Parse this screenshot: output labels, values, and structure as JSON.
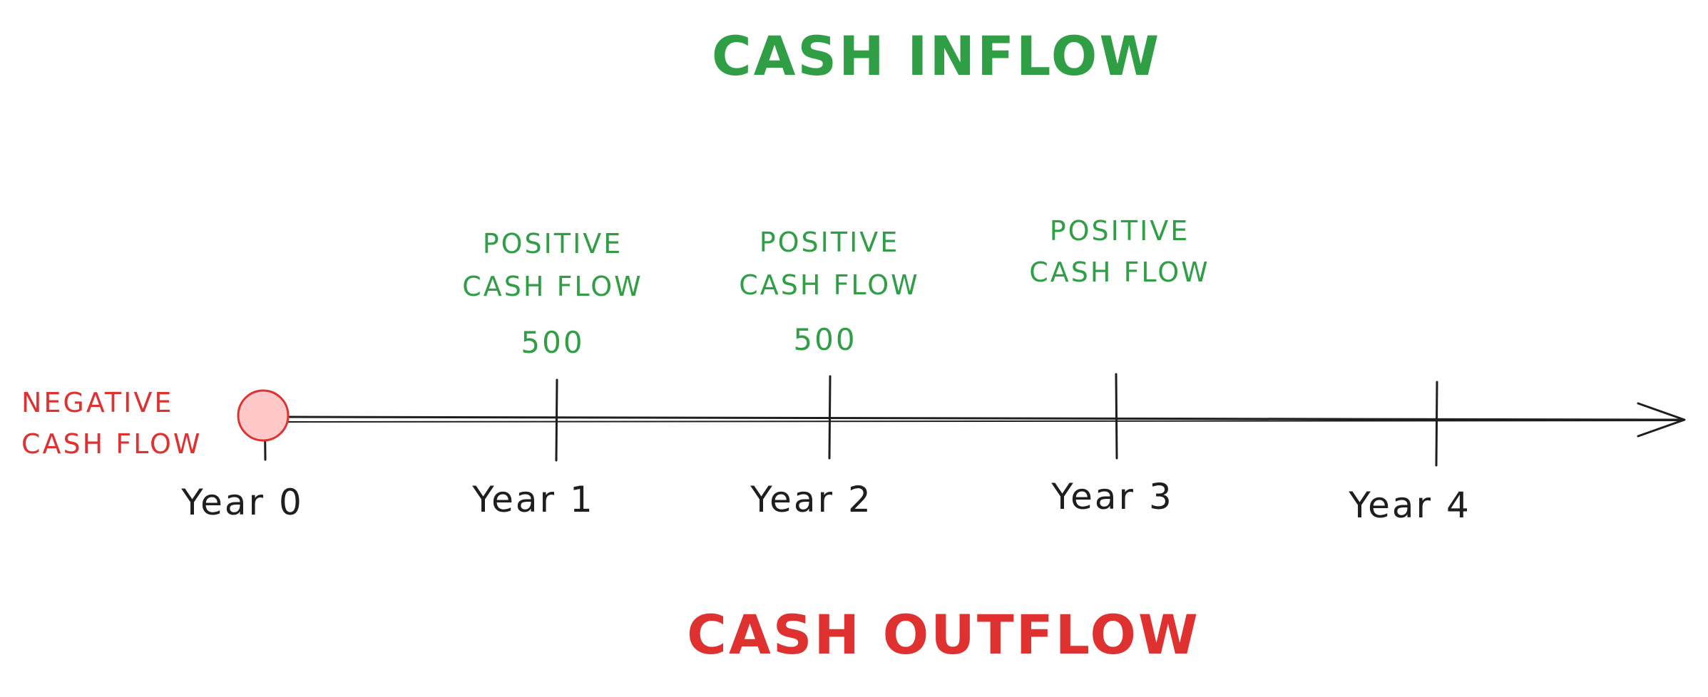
{
  "title_top": "CASH INFLOW",
  "title_bottom": "CASH OUTFLOW",
  "year0_label": "NEGATIVE\nCASH FLOW",
  "years": [
    {
      "year": "Year 0",
      "flow": "",
      "amount": ""
    },
    {
      "year": "Year 1",
      "flow": "POSITIVE\nCASH FLOW",
      "amount": "500"
    },
    {
      "year": "Year 2",
      "flow": "POSITIVE\nCASH FLOW",
      "amount": "500"
    },
    {
      "year": "Year 3",
      "flow": "POSITIVE\nCASH FLOW",
      "amount": ""
    },
    {
      "year": "Year 4",
      "flow": "",
      "amount": ""
    }
  ],
  "colors": {
    "inflow": "#2f9e44",
    "outflow": "#e03131",
    "axis": "#1e1e1e",
    "marker_fill": "#ffc9c9",
    "marker_stroke": "#e03131"
  }
}
